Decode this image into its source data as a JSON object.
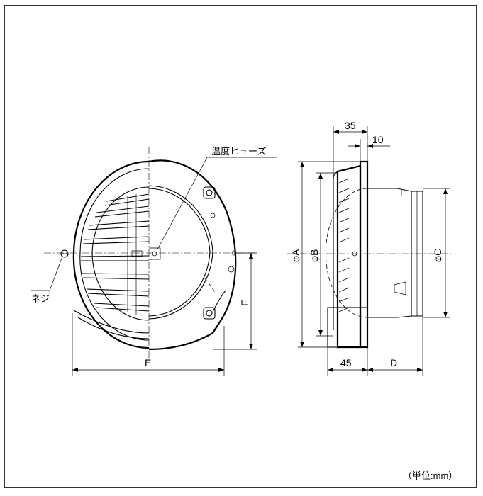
{
  "labels": {
    "temperature_fuse": "温度ヒューズ",
    "screw": "ネジ",
    "dim_35": "35",
    "dim_10": "10",
    "dim_45": "45",
    "dim_D": "D",
    "dim_E": "E",
    "dim_F": "F",
    "dim_phiA": "φA",
    "dim_phiB": "φB",
    "dim_phiC": "φC",
    "unit": "（単位:mm）"
  }
}
